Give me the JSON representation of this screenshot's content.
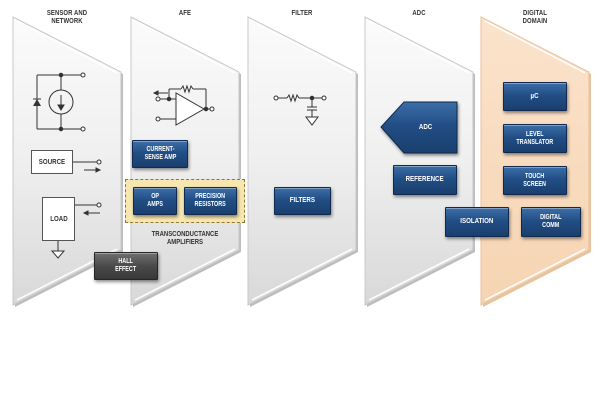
{
  "diagram": {
    "columns": [
      {
        "id": "sensor",
        "title_line1": "SENSOR AND",
        "title_line2": "NETWORK",
        "fill": "gray"
      },
      {
        "id": "afe",
        "title_line1": "AFE",
        "title_line2": "",
        "fill": "gray"
      },
      {
        "id": "filter",
        "title_line1": "FILTER",
        "title_line2": "",
        "fill": "gray"
      },
      {
        "id": "adc",
        "title_line1": "ADC",
        "title_line2": "",
        "fill": "gray"
      },
      {
        "id": "digital",
        "title_line1": "DIGITAL",
        "title_line2": "DOMAIN",
        "fill": "peach"
      }
    ],
    "sensor": {
      "source_label": "SOURCE",
      "load_label": "LOAD",
      "hall_effect_line1": "HALL",
      "hall_effect_line2": "EFFECT"
    },
    "afe": {
      "current_sense_line1": "CURRENT-",
      "current_sense_line2": "SENSE AMP",
      "op_amps_line1": "OP",
      "op_amps_line2": "AMPS",
      "precision_resistors_line1": "PRECISION",
      "precision_resistors_line2": "RESISTORS",
      "group_caption_line1": "TRANSCONDUCTANCE",
      "group_caption_line2": "AMPLIFIERS"
    },
    "filter": {
      "filters_label": "FILTERS"
    },
    "adc": {
      "adc_label": "ADC",
      "reference_label": "REFERENCE"
    },
    "digital": {
      "uc_label": "µC",
      "level_translator_line1": "LEVEL",
      "level_translator_line2": "TRANSLATOR",
      "touch_screen_line1": "TOUCH",
      "touch_screen_line2": "SCREEN",
      "isolation_label": "ISOLATION",
      "digital_comm_line1": "DIGITAL",
      "digital_comm_line2": "COMM"
    },
    "colors": {
      "block_blue": "#224e85",
      "block_gray": "#4a4a4a",
      "panel_gray": "#e4e4e4",
      "panel_peach": "#f9dcc0",
      "highlight_yellow": "#f7e6b0"
    }
  }
}
